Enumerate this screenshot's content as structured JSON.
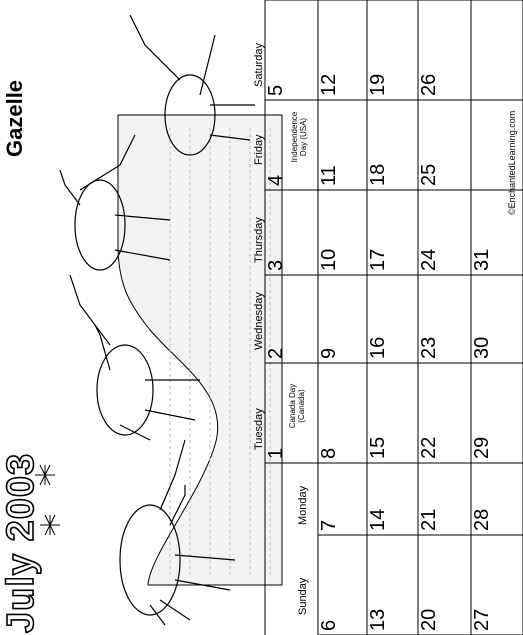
{
  "header": {
    "title": "July 2003",
    "animal": "Gazelle",
    "credit": "©EnchantedLearning.com"
  },
  "weekdays": [
    "Sunday",
    "Monday",
    "Tuesday",
    "Wednesday",
    "Thursday",
    "Friday",
    "Saturday"
  ],
  "weeks": [
    [
      "",
      "",
      "1",
      "2",
      "3",
      "4",
      "5"
    ],
    [
      "6",
      "7",
      "8",
      "9",
      "10",
      "11",
      "12"
    ],
    [
      "13",
      "14",
      "15",
      "16",
      "17",
      "18",
      "19"
    ],
    [
      "20",
      "21",
      "22",
      "23",
      "24",
      "25",
      "26"
    ],
    [
      "27",
      "28",
      "29",
      "30",
      "31",
      "",
      ""
    ]
  ],
  "holidays": [
    {
      "day": "1",
      "line1": "Canada Day",
      "line2": "(Canada)"
    },
    {
      "day": "4",
      "line1": "Independence",
      "line2": "Day (USA)"
    }
  ],
  "illustration": {
    "subjects": "gazelles and dragonflies",
    "icon": "gazelle-drawing"
  }
}
